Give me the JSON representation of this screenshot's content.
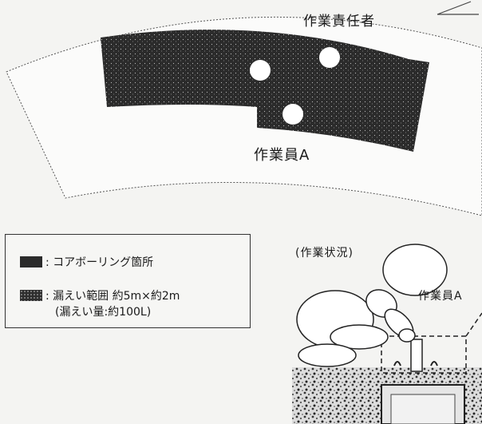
{
  "labels": {
    "supervisor": "作業責任者",
    "worker_a": "作業員A",
    "work_status": "(作業状況)",
    "worker_a_small": "作業員A"
  },
  "legend": {
    "core_boring": ": コアボーリング箇所",
    "leak_range": ": 漏えい範囲  約5m×約2m",
    "leak_volume": "(漏えい量:約100L)"
  },
  "colors": {
    "leak_area": "#2b2b2b",
    "outline": "#333333",
    "background": "#f4f4f2"
  }
}
